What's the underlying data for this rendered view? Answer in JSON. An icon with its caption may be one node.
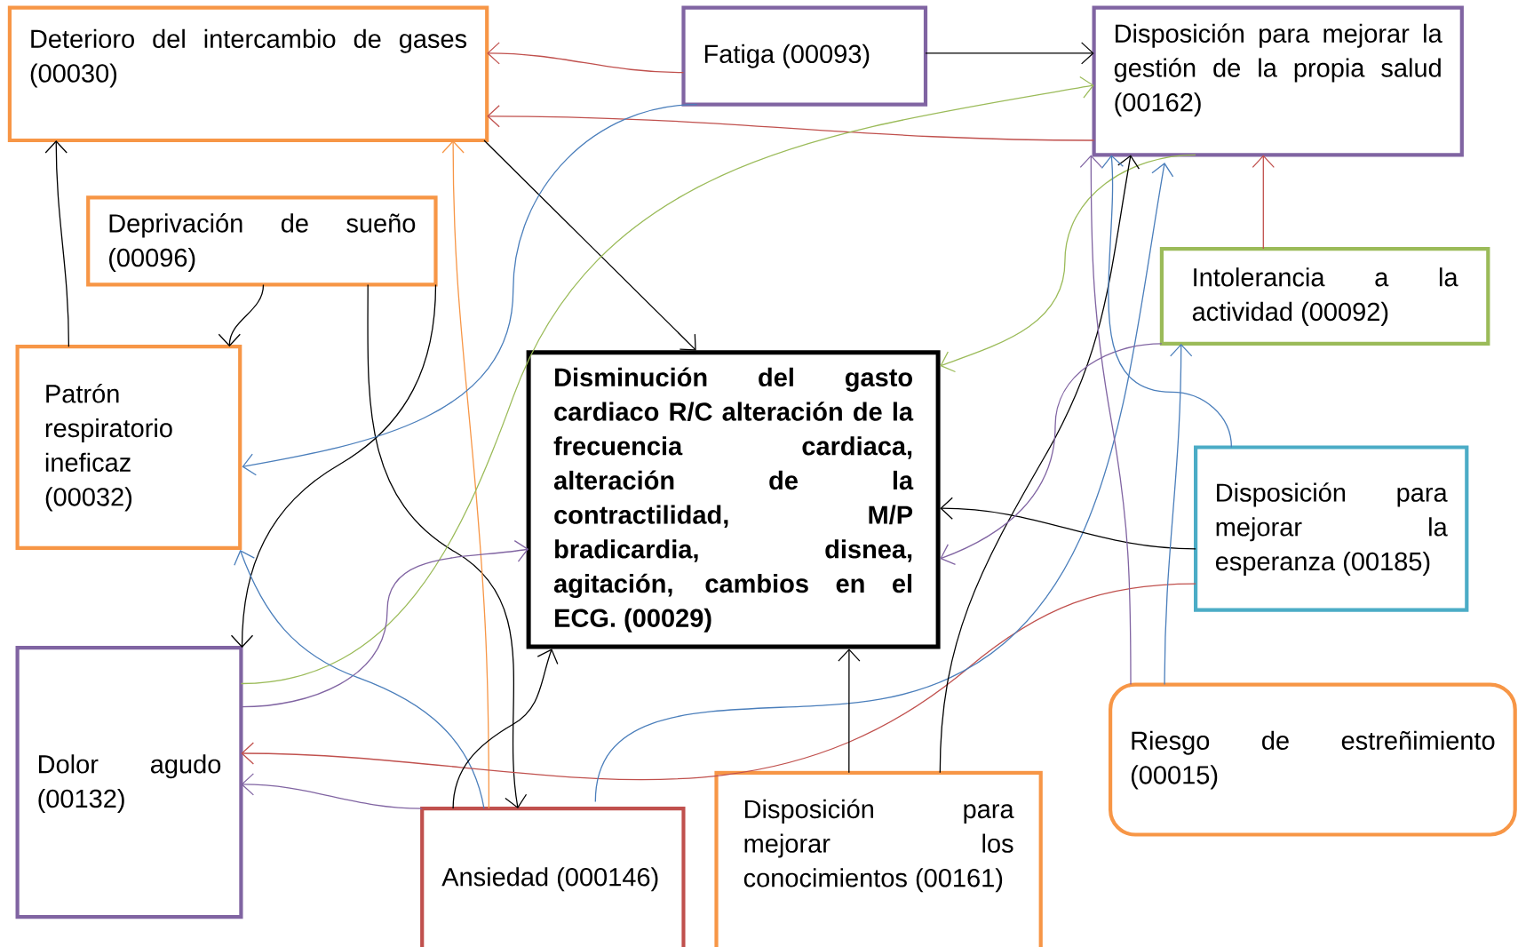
{
  "diagram": {
    "nodes": [
      {
        "text": [
          "Deterioro del intercambio de gases (00030)"
        ]
      },
      {
        "text": [
          "Fatiga (00093)"
        ]
      },
      {
        "text": [
          "Disposición para mejorar la gestión de la propia salud (00162)"
        ]
      },
      {
        "text": [
          "Deprivación de sueño (00096)"
        ]
      },
      {
        "text": [
          "Intolerancia a la actividad (00092)"
        ]
      },
      {
        "text": [
          "Patrón respiratorio ineficaz (00032)"
        ]
      },
      {
        "text": [
          "Disminución del gasto cardiaco R/C alteración de la frecuencia cardiaca, alteración de la contractilidad, M/P bradicardia, disnea, agitación, cambios en el ECG. (00029)"
        ]
      },
      {
        "text": [
          "Disposición para mejorar la esperanza (00185)"
        ]
      },
      {
        "text": [
          "Dolor agudo (00132)"
        ]
      },
      {
        "text": [
          "Riesgo de estreñimiento (00015)"
        ]
      },
      {
        "text": [
          "Ansiedad (000146)"
        ]
      },
      {
        "text": [
          "Disposición para mejorar los conocimientos (00161)"
        ]
      }
    ],
    "edges": [
      {
        "from": 1,
        "to": 0,
        "arrow": "to",
        "color": "#c0504d"
      },
      {
        "from": 1,
        "to": 2,
        "arrow": "to"
      },
      {
        "from": 2,
        "to": 0,
        "arrow": "to",
        "color": "#c0504d"
      },
      {
        "from": 0,
        "to": 6,
        "arrow": "to"
      },
      {
        "from": 5,
        "to": 0,
        "arrow": "to"
      },
      {
        "from": 3,
        "to": 5,
        "arrow": "to"
      },
      {
        "from": 3,
        "to": 10,
        "arrow": "to"
      },
      {
        "from": 3,
        "to": 8,
        "arrow": "to"
      },
      {
        "from": 10,
        "to": 0,
        "arrow": "to",
        "color": "#f79646"
      },
      {
        "from": 1,
        "to": 5,
        "arrow": "to",
        "color": "#4a7ebb"
      },
      {
        "from": 8,
        "to": 2,
        "arrow": "to",
        "color": "#9bbb59"
      },
      {
        "from": 2,
        "to": 6,
        "arrow": "to",
        "color": "#9bbb59"
      },
      {
        "from": 4,
        "to": 2,
        "arrow": "to",
        "color": "#c0504d"
      },
      {
        "from": 8,
        "to": 6,
        "arrow": "to",
        "color": "#8064a2"
      },
      {
        "from": 10,
        "to": 5,
        "arrow": "to",
        "color": "#4a7ebb"
      },
      {
        "from": 7,
        "to": 8,
        "arrow": "to",
        "color": "#c0504d"
      },
      {
        "from": 10,
        "to": 8,
        "arrow": "to",
        "color": "#8064a2"
      },
      {
        "from": 10,
        "to": 6,
        "arrow": "to"
      },
      {
        "from": 10,
        "to": 2,
        "arrow": "to",
        "color": "#4a7ebb"
      },
      {
        "from": 11,
        "to": 6,
        "arrow": "to"
      },
      {
        "from": 11,
        "to": 2,
        "arrow": "to"
      },
      {
        "from": 7,
        "to": 6,
        "arrow": "to"
      },
      {
        "from": 4,
        "to": 6,
        "arrow": "to",
        "color": "#8064a2"
      },
      {
        "from": 9,
        "to": 2,
        "arrow": "to",
        "color": "#8064a2"
      },
      {
        "from": 9,
        "to": 4,
        "arrow": "to",
        "color": "#4a7ebb"
      },
      {
        "from": 7,
        "to": 2,
        "arrow": "to",
        "color": "#4a7ebb"
      }
    ]
  }
}
